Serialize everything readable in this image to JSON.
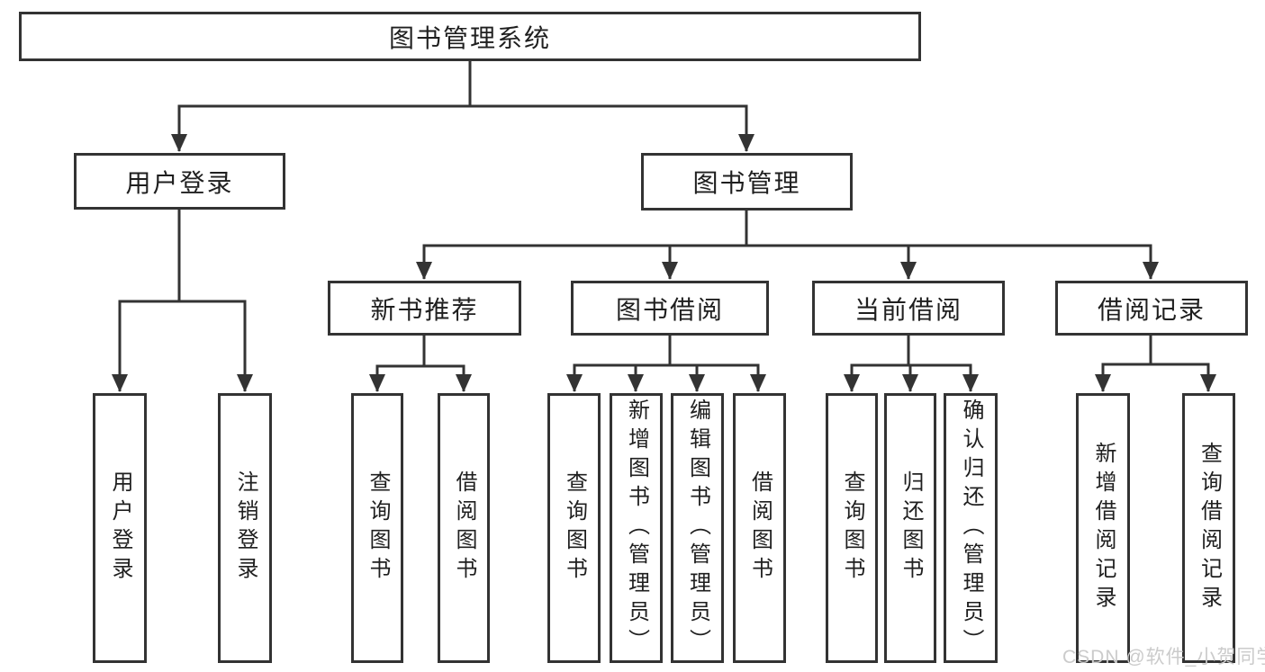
{
  "title": "图书管理系统",
  "watermark": "CSDN @软件_小贺同学",
  "colors": {
    "line": "#333333",
    "border": "#333333",
    "text": "#1f1f1f",
    "watermark": "#cbcbcb",
    "background": "#ffffff"
  },
  "nodes": {
    "root": "图书管理系统",
    "user_login": "用户登录",
    "book_management": "图书管理",
    "new_book_recommend": "新书推荐",
    "book_borrowing": "图书借阅",
    "current_borrowing": "当前借阅",
    "borrow_records": "借阅记录",
    "user_login_leaf": "用户登录",
    "logout_leaf": "注销登录",
    "rec_query_books": "查询图书",
    "rec_borrow_books": "借阅图书",
    "bb_query_books": "查询图书",
    "bb_add_books": "新增图书（管理员）",
    "bb_edit_books": "编辑图书（管理员）",
    "bb_borrow_books": "借阅图书",
    "cb_query_books": "查询图书",
    "cb_return_books": "归还图书",
    "cb_confirm_return": "确认归还（管理员）",
    "br_add_record": "新增借阅记录",
    "br_query_record": "查询借阅记录"
  },
  "tree": {
    "图书管理系统": {
      "用户登录": [
        "用户登录",
        "注销登录"
      ],
      "图书管理": {
        "新书推荐": [
          "查询图书",
          "借阅图书"
        ],
        "图书借阅": [
          "查询图书",
          "新增图书（管理员）",
          "编辑图书（管理员）",
          "借阅图书"
        ],
        "当前借阅": [
          "查询图书",
          "归还图书",
          "确认归还（管理员）"
        ],
        "借阅记录": [
          "新增借阅记录",
          "查询借阅记录"
        ]
      }
    }
  }
}
